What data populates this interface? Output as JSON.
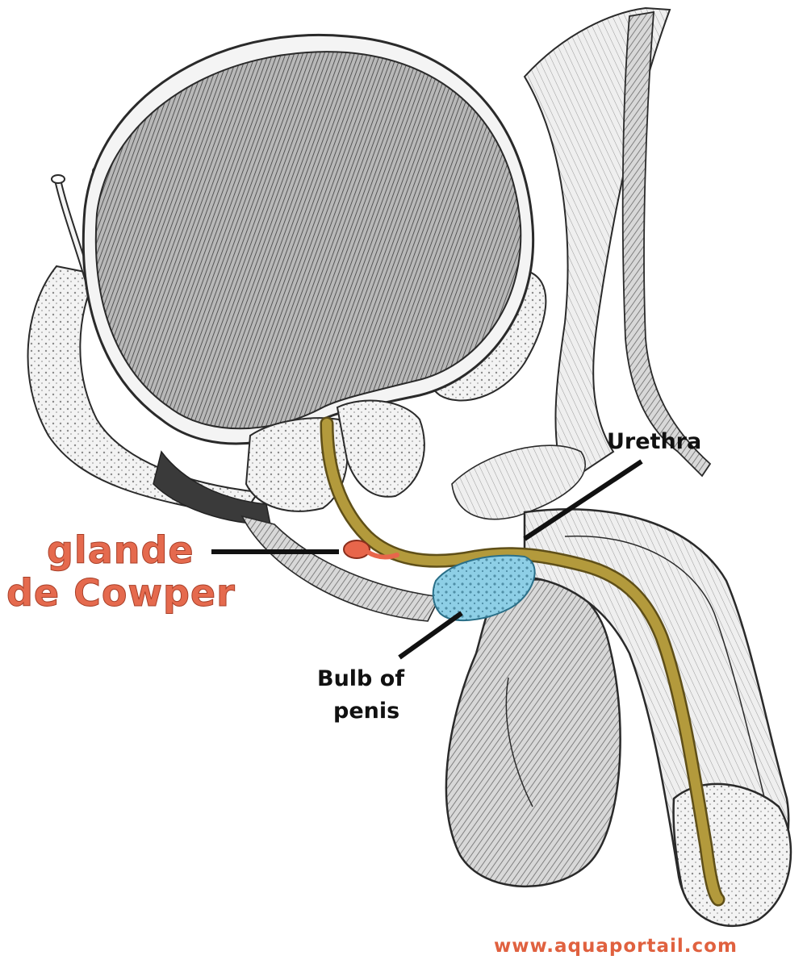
{
  "labels": {
    "urethra": "Urethra",
    "bulb_line1": "Bulb of",
    "bulb_line2": "penis",
    "cowper_line1": "glande",
    "cowper_line2": "de Cowper"
  },
  "watermark": "www.aquaportail.com",
  "colors": {
    "urethra_fill": "#b39a3c",
    "bulb_fill": "#8ecfe6",
    "cowper_gland_fill": "#e8664b",
    "cowper_text": "#e56a4e",
    "watermark_text": "#e0613f",
    "line_art": "#2a2a2a"
  }
}
